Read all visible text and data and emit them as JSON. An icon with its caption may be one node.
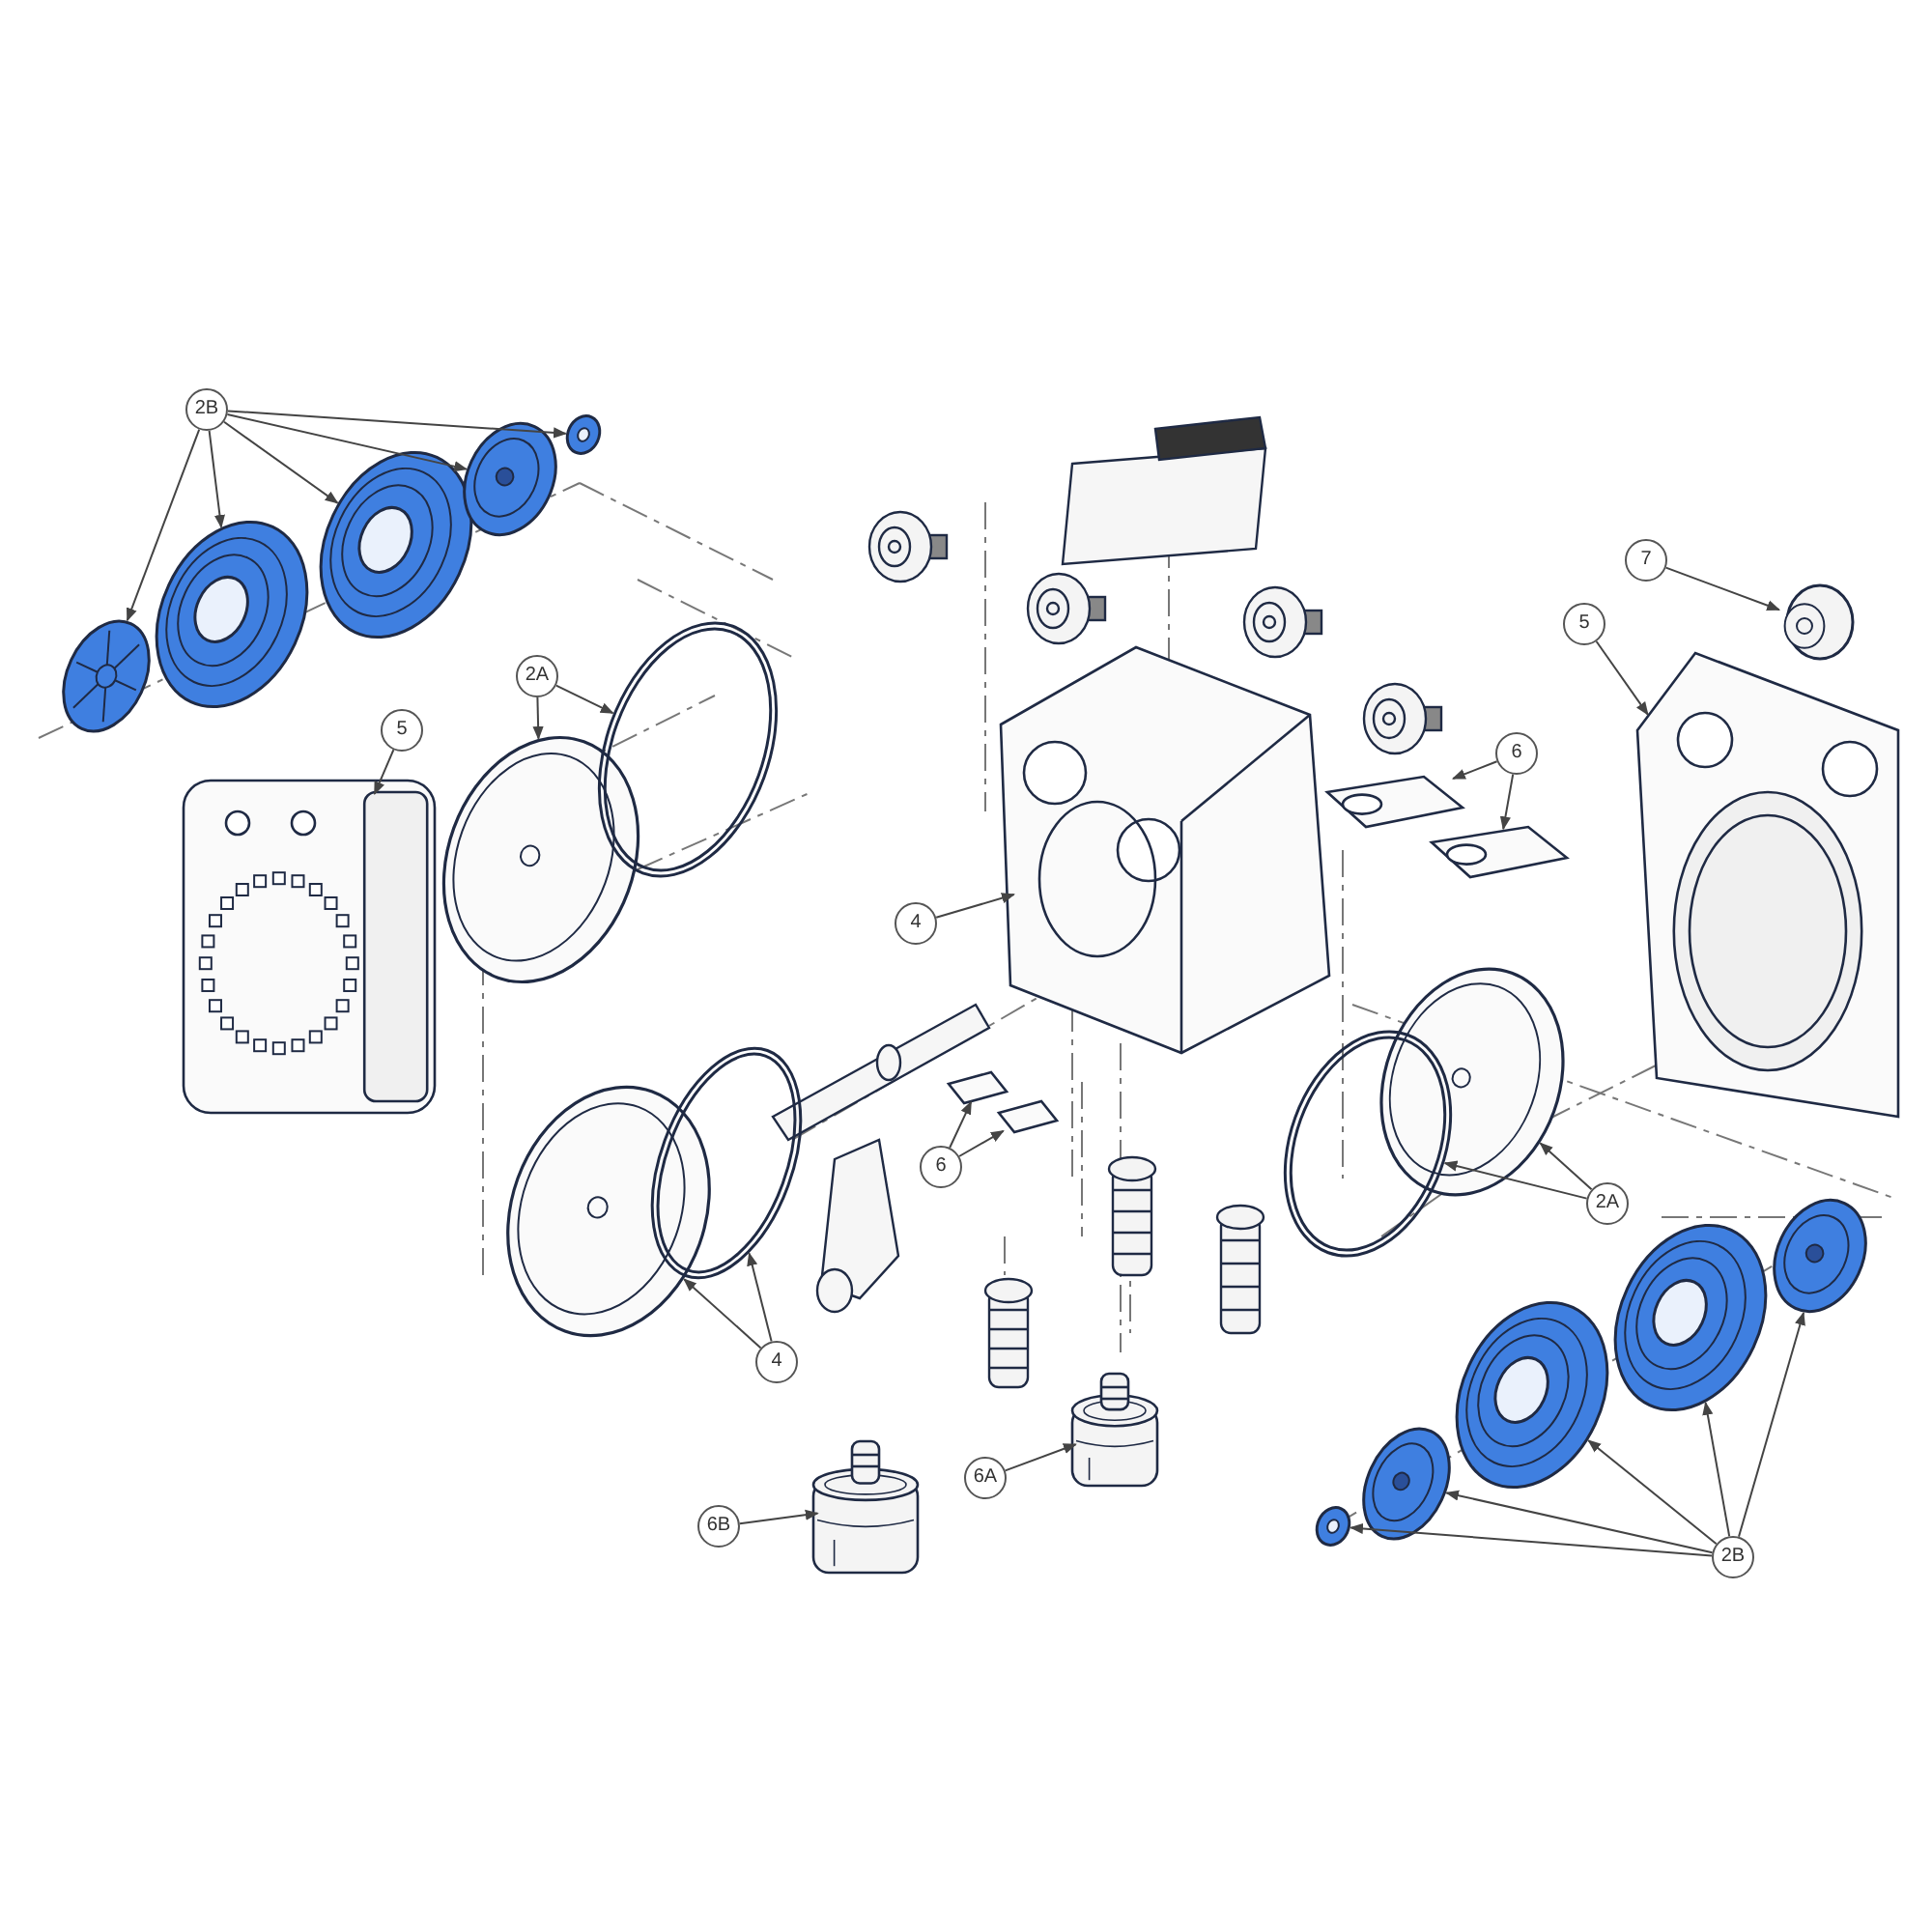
{
  "diagram": {
    "nodes": [
      {
        "text": [
          "2B"
        ]
      },
      {
        "text": [],
        "shape": "picture"
      },
      {
        "text": [],
        "shape": "picture"
      },
      {
        "text": [],
        "shape": "picture"
      },
      {
        "text": [],
        "shape": "picture"
      },
      {
        "text": [],
        "shape": "picture"
      },
      {
        "text": [
          "2A"
        ]
      },
      {
        "text": [],
        "shape": "picture"
      },
      {
        "text": [],
        "shape": "picture"
      },
      {
        "text": [
          "5"
        ]
      },
      {
        "text": [],
        "shape": "picture"
      },
      {
        "text": [
          "4"
        ]
      },
      {
        "text": [],
        "shape": "picture"
      },
      {
        "text": [
          "6"
        ]
      },
      {
        "text": [],
        "shape": "picture"
      },
      {
        "text": [],
        "shape": "picture"
      },
      {
        "text": [
          "7"
        ]
      },
      {
        "text": [],
        "shape": "picture"
      },
      {
        "text": [
          "5"
        ]
      },
      {
        "text": [],
        "shape": "picture"
      },
      {
        "text": [
          "6"
        ]
      },
      {
        "text": [],
        "shape": "picture"
      },
      {
        "text": [],
        "shape": "picture"
      },
      {
        "text": [
          "2A"
        ]
      },
      {
        "text": [],
        "shape": "picture"
      },
      {
        "text": [],
        "shape": "picture"
      },
      {
        "text": [
          "4"
        ]
      },
      {
        "text": [],
        "shape": "picture"
      },
      {
        "text": [],
        "shape": "picture"
      },
      {
        "text": [
          "6A"
        ]
      },
      {
        "text": [],
        "shape": "picture"
      },
      {
        "text": [
          "6B"
        ]
      },
      {
        "text": [],
        "shape": "picture"
      },
      {
        "text": [
          "2B"
        ]
      },
      {
        "text": [],
        "shape": "picture"
      },
      {
        "text": [],
        "shape": "picture"
      },
      {
        "text": [],
        "shape": "picture"
      },
      {
        "text": [],
        "shape": "picture"
      },
      {
        "text": [],
        "shape": "picture"
      }
    ],
    "edges": [
      {
        "from": 0,
        "to": 1,
        "arrow": "to"
      },
      {
        "from": 0,
        "to": 2,
        "arrow": "to"
      },
      {
        "from": 0,
        "to": 3,
        "arrow": "to"
      },
      {
        "from": 0,
        "to": 4,
        "arrow": "to"
      },
      {
        "from": 0,
        "to": 5,
        "arrow": "to"
      },
      {
        "from": 6,
        "to": 7,
        "arrow": "to"
      },
      {
        "from": 6,
        "to": 8,
        "arrow": "to"
      },
      {
        "from": 9,
        "to": 10,
        "arrow": "to"
      },
      {
        "from": 11,
        "to": 12,
        "arrow": "to"
      },
      {
        "from": 13,
        "to": 14,
        "arrow": "to"
      },
      {
        "from": 13,
        "to": 15,
        "arrow": "to"
      },
      {
        "from": 16,
        "to": 17,
        "arrow": "to"
      },
      {
        "from": 18,
        "to": 19,
        "arrow": "to"
      },
      {
        "from": 20,
        "to": 21,
        "arrow": "to"
      },
      {
        "from": 20,
        "to": 22,
        "arrow": "to"
      },
      {
        "from": 23,
        "to": 24,
        "arrow": "to"
      },
      {
        "from": 23,
        "to": 25,
        "arrow": "to"
      },
      {
        "from": 26,
        "to": 27,
        "arrow": "to"
      },
      {
        "from": 26,
        "to": 28,
        "arrow": "to"
      },
      {
        "from": 29,
        "to": 30,
        "arrow": "to"
      },
      {
        "from": 31,
        "to": 32,
        "arrow": "to"
      },
      {
        "from": 33,
        "to": 34,
        "arrow": "to"
      },
      {
        "from": 33,
        "to": 35,
        "arrow": "to"
      },
      {
        "from": 33,
        "to": 36,
        "arrow": "to"
      },
      {
        "from": 33,
        "to": 37,
        "arrow": "to"
      },
      {
        "from": 33,
        "to": 38,
        "arrow": "to"
      }
    ]
  }
}
